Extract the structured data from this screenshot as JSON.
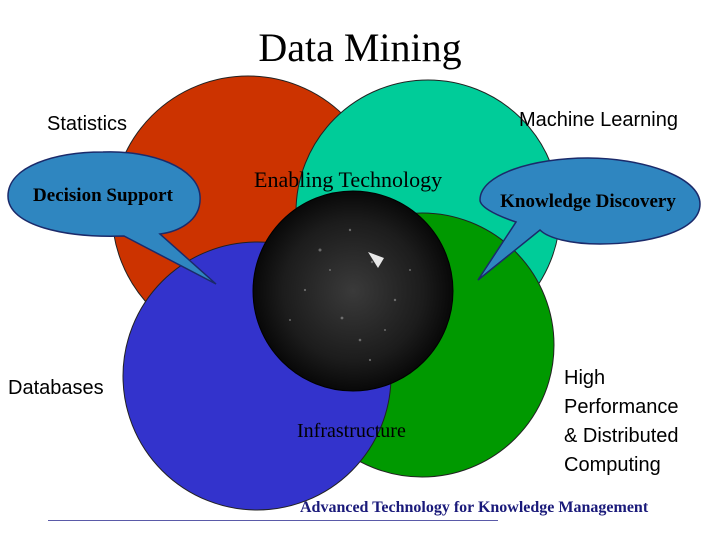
{
  "title": "Data Mining",
  "labels": {
    "statistics": "Statistics",
    "machine_learning": "Machine Learning",
    "databases": "Databases",
    "hpc": [
      "High",
      "Performance",
      "& Distributed",
      "Computing"
    ],
    "enabling_technology": "Enabling Technology",
    "infrastructure": "Infrastructure"
  },
  "callouts": {
    "decision_support": "Decision Support",
    "knowledge_discovery": "Knowledge Discovery"
  },
  "footer": "Advanced Technology for Knowledge Management",
  "colors": {
    "red_circle": "#cc3300",
    "teal_circle": "#00cc99",
    "blue_circle": "#3333cc",
    "green_circle": "#009900",
    "callout_fill": "#2f86c0",
    "center_disc": "#121212"
  }
}
